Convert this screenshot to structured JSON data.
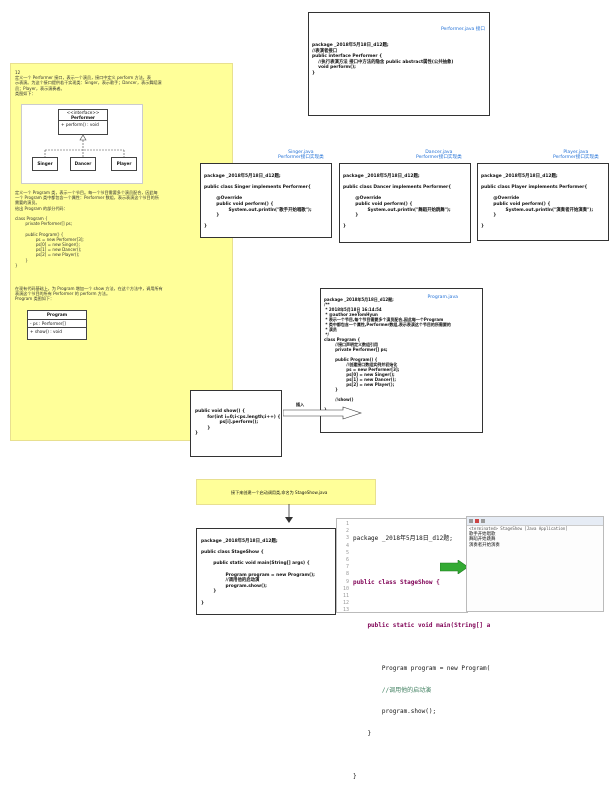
{
  "performer_box": {
    "caption": "Performer.java 接口",
    "code": "package _2018年5月18日_d12题;\n//表演者接口\npublic interface Performer {\n    //执行表演方法 接口中方法的隐含 public abstract属性(公共抽象)\n    void perform();\n}"
  },
  "problem_note": {
    "intro": "12\n定义一个 Performer 接口，表示一个演员，接口中定义 perform 方法，表\n示表演。为这个接口提供若干实现类：Singer，表示歌手；Dancer，表示舞蹈演\n员；Player，表示演奏者。\n类图如下：",
    "part2": "定义一个 Program 类，表示一个节目。每一个节目需要多个演员配合，因此每\n一个 Program 类中都包含一个属性：Performer 数组，表示表演这个节目的所\n需要的演员。\n给出 Program 的部分代码：\n\nclass Program {\n        private Performer[] ps;\n\n        public Program() {\n                ps = new Performer[3];\n                ps[0] = new Singer();\n                ps[1] = new Dancer();\n                ps[2] = new Player();\n        }\n}",
    "part3": "在现有代码基础上，为 Program 增加一个 show 方法，在这个方法中，调用所有\n表演这个节目的所有 Performer 的 perform 方法。\nProgram 类图如下："
  },
  "uml_performer": {
    "stereotype": "<<interface>>",
    "name": "Performer",
    "method": "+ perform() : void"
  },
  "uml_classes": [
    "Singer",
    "Dancer",
    "Player"
  ],
  "uml_program": {
    "name": "Program",
    "field": "- ps : Performer[]",
    "method": "+ show() : void"
  },
  "impl_boxes": [
    {
      "caption": "Singer.java\nPerformer接口实现类",
      "code": "package _2018年5月18日_d12题;\n\npublic class Singer implements Performer{\n\n        @Override\n        public void perform() {\n                System.out.println(\"歌手开始唱歌\");\n        }\n\n}"
    },
    {
      "caption": "Dancer.java\nPerformer接口实现类",
      "code": "package _2018年5月18日_d12题;\n\npublic class Dancer implements Performer{\n\n        @Override\n        public void perform() {\n                System.out.println(\"舞蹈开始跳舞\");\n        }\n\n}"
    },
    {
      "caption": "Player.java\nPerformer接口实现类",
      "code": "package _2018年5月18日_d12题;\n\npublic class Player implements Performer{\n\n        @Override\n        public void perform() {\n                System.out.println(\"演奏者开始演奏\");\n        }\n\n}"
    }
  ],
  "program_box": {
    "caption": "Program.java",
    "code": "package _2018年5月18日_d12题;\n/**\n * 2018年5月18日 16:14:54\n * @author zeeTomHyun\n * 表示一个节目,每个节目需要多个演员配合,因此每一个Program\n * 类中都包含一个属性,Performer数组,表示表演这个节目的所需要的\n * 演员\n */\nclass Program {\n        //接口声明定义数组引用\n        private Performer[] ps;\n\n        public Program() {\n                //创建接口数组实例并初始化\n                ps = new Performer[3];\n                ps[0] = new Singer();\n                ps[1] = new Dancer();\n                ps[2] = new Player();\n        }\n\n        //show()\n\n}"
  },
  "show_box": {
    "code": "public void show() {\n        for(int i=0;i<ps.length;i++) {\n                ps[i].perform();\n        }\n}"
  },
  "insert_label": "插入",
  "stage_note": "接下来创建一个启动调用类,命名为 StageShow.java",
  "stage_box": {
    "code": "package _2018年5月18日_d12题;\n\npublic class StageShow {\n\n        public static void main(String[] args) {\n\n                Program program = new Program();\n                //调用他的启动演\n                program.show();\n        }\n\n}"
  },
  "ide": {
    "line_numbers": "1\n2\n3\n4\n5\n6\n7\n8\n9\n10\n11\n12\n13",
    "lines": [
      "package _2018年5月18日_d12题;",
      "",
      "public class StageShow {",
      "",
      "    public static void main(String[] a",
      "",
      "        Program program = new Program(",
      "        //调用他的启动演",
      "        program.show();",
      "    }",
      "",
      "}",
      ""
    ]
  },
  "console": {
    "title": "<terminated> StageShow [Java Application]",
    "output": "歌手开始唱歌\n舞蹈开始跳舞\n演奏者开始演奏"
  },
  "colors": {
    "note_yellow": "#ffff99",
    "caption_blue": "#1f6fd6",
    "arrow_green": "#33aa33"
  }
}
